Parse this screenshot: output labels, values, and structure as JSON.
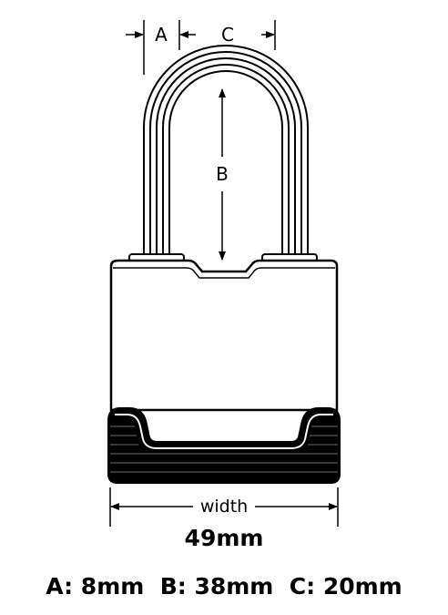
{
  "labels": {
    "a": "A",
    "b": "B",
    "c": "C",
    "width": "width"
  },
  "measurements": {
    "width_value": "49mm",
    "specs": "A: 8mm  B: 38mm  C: 20mm"
  }
}
